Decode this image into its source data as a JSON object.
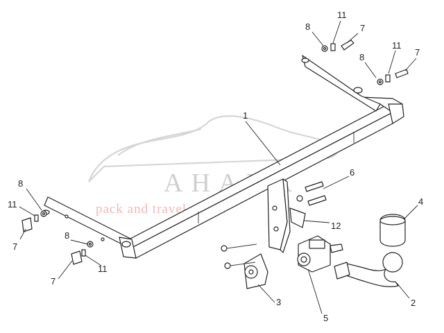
{
  "watermark": {
    "brand": "AHAKA",
    "tagline": "pack and travel"
  },
  "callouts": [
    {
      "id": "c1",
      "label": "1"
    },
    {
      "id": "c2",
      "label": "2"
    },
    {
      "id": "c3",
      "label": "3"
    },
    {
      "id": "c4",
      "label": "4"
    },
    {
      "id": "c5",
      "label": "5"
    },
    {
      "id": "c6",
      "label": "6"
    },
    {
      "id": "c7a",
      "label": "7"
    },
    {
      "id": "c7b",
      "label": "7"
    },
    {
      "id": "c7c",
      "label": "7"
    },
    {
      "id": "c7d",
      "label": "7"
    },
    {
      "id": "c8a",
      "label": "8"
    },
    {
      "id": "c8b",
      "label": "8"
    },
    {
      "id": "c8c",
      "label": "8"
    },
    {
      "id": "c8d",
      "label": "8"
    },
    {
      "id": "c11a",
      "label": "11"
    },
    {
      "id": "c11b",
      "label": "11"
    },
    {
      "id": "c11c",
      "label": "11"
    },
    {
      "id": "c11d",
      "label": "11"
    },
    {
      "id": "c12",
      "label": "12"
    }
  ],
  "colors": {
    "line": "#222222",
    "watermark_gray": "#cfcfcf",
    "watermark_pink": "#f3b7b7"
  }
}
